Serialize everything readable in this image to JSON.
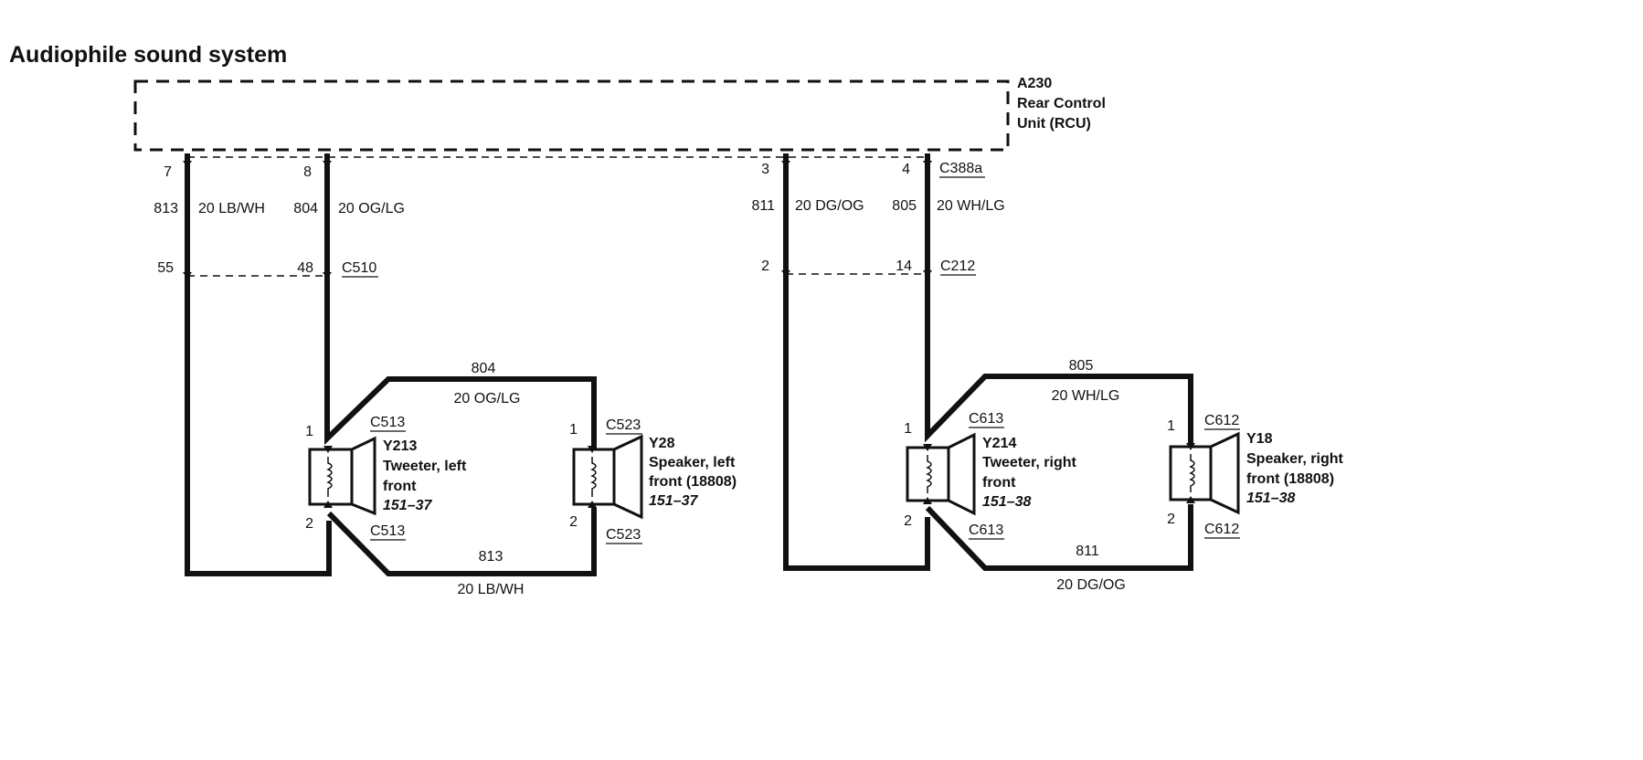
{
  "title": "Audiophile sound system",
  "module": {
    "id": "A230",
    "name_line1": "Rear Control",
    "name_line2": "Unit (RCU)"
  },
  "connectors": {
    "rcu": "C388a",
    "left_inline": "C510",
    "right_inline": "C212"
  },
  "left_circuits": {
    "a": {
      "rcu_pin": "7",
      "circuit": "813",
      "wire": "20 LB/WH",
      "inline_pin": "55"
    },
    "b": {
      "rcu_pin": "8",
      "circuit": "804",
      "wire": "20 OG/LG",
      "inline_pin": "48"
    }
  },
  "right_circuits": {
    "a": {
      "rcu_pin": "3",
      "circuit": "811",
      "wire": "20 DG/OG",
      "inline_pin": "2"
    },
    "b": {
      "rcu_pin": "4",
      "circuit": "805",
      "wire": "20 WH/LG",
      "inline_pin": "14"
    }
  },
  "left_top_wire": {
    "circuit": "804",
    "wire": "20 OG/LG"
  },
  "left_bottom_wire": {
    "circuit": "813",
    "wire": "20 LB/WH"
  },
  "right_top_wire": {
    "circuit": "805",
    "wire": "20 WH/LG"
  },
  "right_bottom_wire": {
    "circuit": "811",
    "wire": "20 DG/OG"
  },
  "components": {
    "y213": {
      "id": "Y213",
      "line1": "Tweeter, left",
      "line2": "front",
      "ref": "151–37",
      "connector": "C513",
      "pin_top": "1",
      "pin_bottom": "2"
    },
    "y28": {
      "id": "Y28",
      "line1": "Speaker, left",
      "line2": "front (18808)",
      "ref": "151–37",
      "connector": "C523",
      "pin_top": "1",
      "pin_bottom": "2"
    },
    "y214": {
      "id": "Y214",
      "line1": "Tweeter, right",
      "line2": "front",
      "ref": "151–38",
      "connector": "C613",
      "pin_top": "1",
      "pin_bottom": "2"
    },
    "y18": {
      "id": "Y18",
      "line1": "Speaker, right",
      "line2": "front (18808)",
      "ref": "151–38",
      "connector": "C612",
      "pin_top": "1",
      "pin_bottom": "2"
    }
  }
}
